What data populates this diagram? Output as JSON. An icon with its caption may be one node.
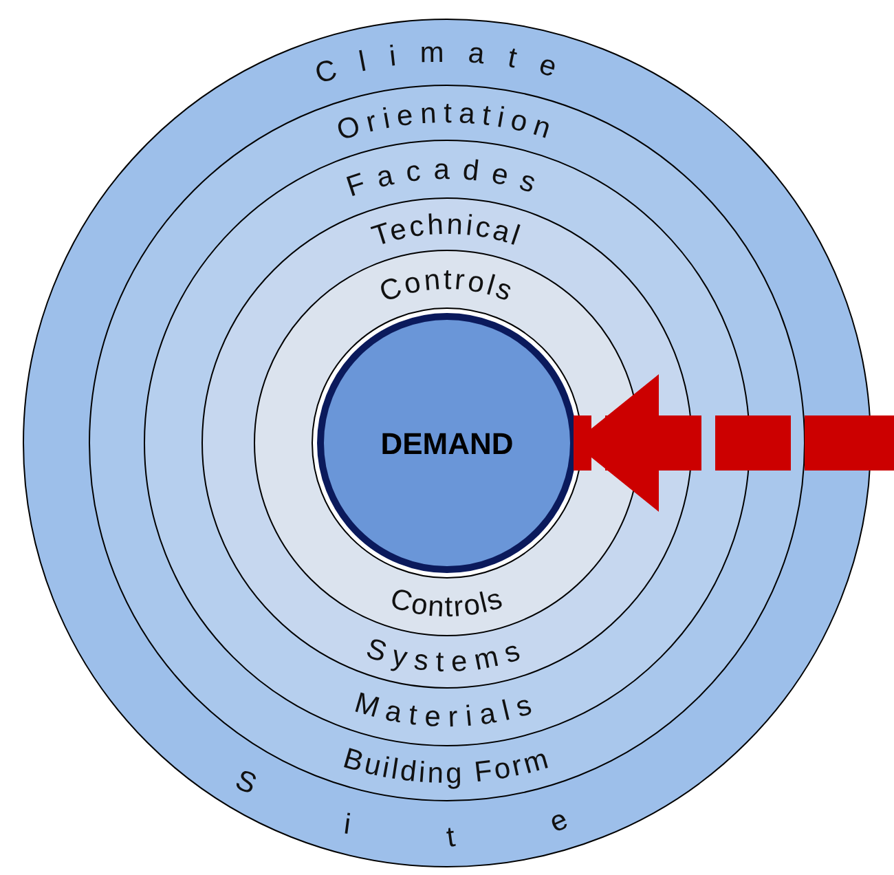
{
  "diagram": {
    "nodes": [
      {
        "text": [
          "Climate",
          "Site"
        ]
      },
      {
        "text": [
          "Orientation",
          "Building Form"
        ],
        "in": 0
      },
      {
        "text": [
          "Facades",
          "Materials"
        ],
        "in": 1
      },
      {
        "text": [
          "Technical",
          "Systems"
        ],
        "in": 2
      },
      {
        "text": [
          "Controls",
          "Controls"
        ],
        "in": 3
      },
      {
        "text": [
          "DEMAND"
        ],
        "in": 4
      }
    ],
    "edges": [
      {
        "from": null,
        "to": 5,
        "arrow": "to",
        "style": "dashed",
        "color": "#cc0000"
      }
    ]
  }
}
